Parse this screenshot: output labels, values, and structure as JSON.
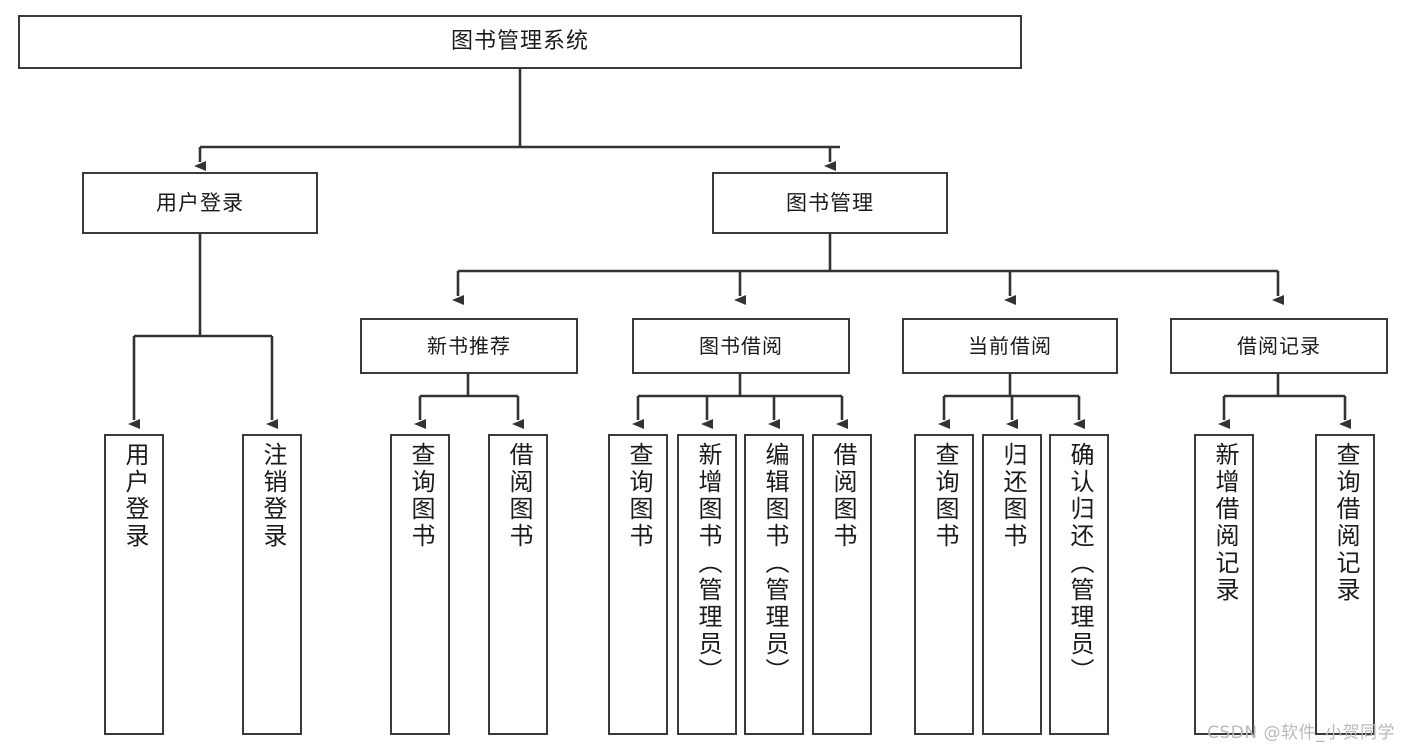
{
  "diagram": {
    "type": "tree-hierarchy-functional-decomposition",
    "title": "图书管理系统",
    "colors": {
      "box_border": "#3a3a3a",
      "box_fill": "#ffffff",
      "connector": "#333333",
      "text": "#1b1b1b",
      "watermark": "#b9b9b9"
    },
    "root": {
      "label": "图书管理系统"
    },
    "level2": [
      {
        "id": "user-login",
        "label": "用户登录"
      },
      {
        "id": "book-management",
        "label": "图书管理"
      }
    ],
    "level3": [
      {
        "id": "new-book-recommend",
        "label": "新书推荐",
        "parent": "book-management"
      },
      {
        "id": "book-borrow",
        "label": "图书借阅",
        "parent": "book-management"
      },
      {
        "id": "current-borrow",
        "label": "当前借阅",
        "parent": "book-management"
      },
      {
        "id": "borrow-record",
        "label": "借阅记录",
        "parent": "book-management"
      }
    ],
    "leaves": {
      "user_login": [
        {
          "id": "leaf-user-login",
          "label": "用户登录"
        },
        {
          "id": "leaf-logout",
          "label": "注销登录"
        }
      ],
      "new_book_recommend": [
        {
          "id": "leaf-query-book-1",
          "label": "查询图书"
        },
        {
          "id": "leaf-borrow-book-1",
          "label": "借阅图书"
        }
      ],
      "book_borrow": [
        {
          "id": "leaf-query-book-2",
          "label": "查询图书"
        },
        {
          "id": "leaf-add-book",
          "label": "新增图书（管理员）"
        },
        {
          "id": "leaf-edit-book",
          "label": "编辑图书（管理员）"
        },
        {
          "id": "leaf-borrow-book-2",
          "label": "借阅图书"
        }
      ],
      "current_borrow": [
        {
          "id": "leaf-query-book-3",
          "label": "查询图书"
        },
        {
          "id": "leaf-return-book",
          "label": "归还图书"
        },
        {
          "id": "leaf-confirm-return",
          "label": "确认归还（管理员）"
        }
      ],
      "borrow_record": [
        {
          "id": "leaf-add-record",
          "label": "新增借阅记录"
        },
        {
          "id": "leaf-query-record",
          "label": "查询借阅记录"
        }
      ]
    }
  },
  "watermark": {
    "text": "CSDN @软件_小贺同学"
  }
}
